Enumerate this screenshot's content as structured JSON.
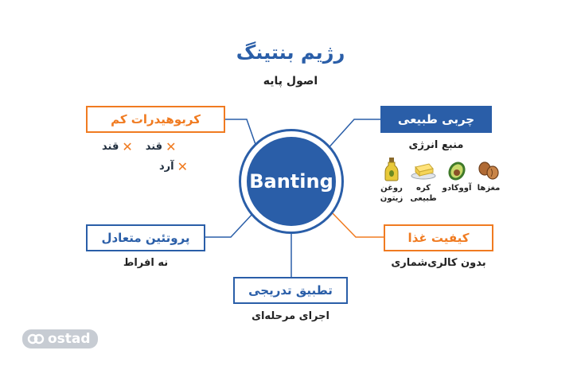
{
  "header": {
    "title": "رژیم بنتینگ",
    "subtitle": "اصول پایه"
  },
  "hub": {
    "label": "Banting"
  },
  "nodes": {
    "low_carb": {
      "label": "کربوهیدرات کم",
      "items": [
        "قند",
        "قند",
        "آرد"
      ]
    },
    "natural_fat": {
      "label": "چربی طبیعی",
      "caption": "منبع انرژی"
    },
    "moderate_protein": {
      "label": "پروتئین متعادل",
      "caption": "نه افراط"
    },
    "food_quality": {
      "label": "کیفیت غذا",
      "caption": "بدون کالری‌شماری"
    },
    "gradual": {
      "label": "تطبیق تدریجی",
      "caption": "اجرای مرحله‌ای"
    }
  },
  "foods": [
    {
      "name": "مغزها",
      "icon": "nuts-icon"
    },
    {
      "name": "آووکادو",
      "icon": "avocado-icon"
    },
    {
      "name": "کره طبیعی",
      "icon": "butter-icon"
    },
    {
      "name": "روغن زیتون",
      "icon": "olive-oil-icon"
    }
  ],
  "logo": {
    "text": "ostad"
  },
  "colors": {
    "blue": "#2a5ea8",
    "orange": "#f07b21"
  }
}
